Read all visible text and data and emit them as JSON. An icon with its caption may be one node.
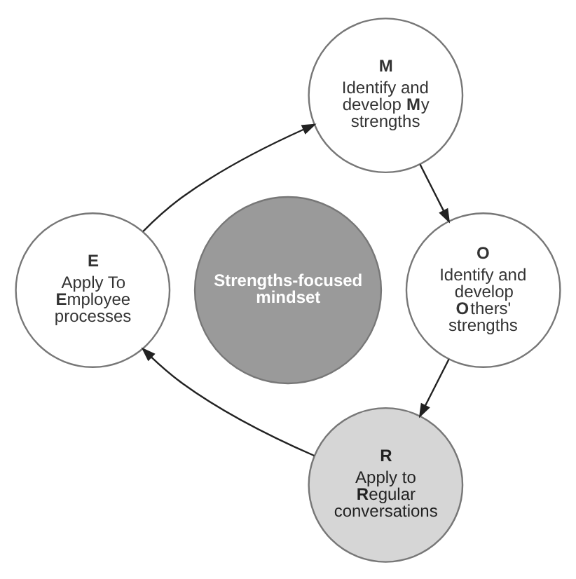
{
  "diagram": {
    "nodes": [
      {
        "text": [
          "Strengths-focused mindset"
        ]
      },
      {
        "text": [
          "M",
          "Identify and develop **M**y strengths"
        ]
      },
      {
        "text": [
          "O",
          "Identify and develop **O**thers' strengths"
        ]
      },
      {
        "text": [
          "R",
          "Apply to **R**egular conversations"
        ]
      },
      {
        "text": [
          "E",
          "Apply To **E**mployee processes"
        ]
      }
    ],
    "edges": [
      {
        "from": 1,
        "to": 2,
        "arrow": "to"
      },
      {
        "from": 2,
        "to": 3,
        "arrow": "to"
      },
      {
        "from": 3,
        "to": 4,
        "arrow": "to"
      },
      {
        "from": 4,
        "to": 1,
        "arrow": "to"
      }
    ]
  }
}
